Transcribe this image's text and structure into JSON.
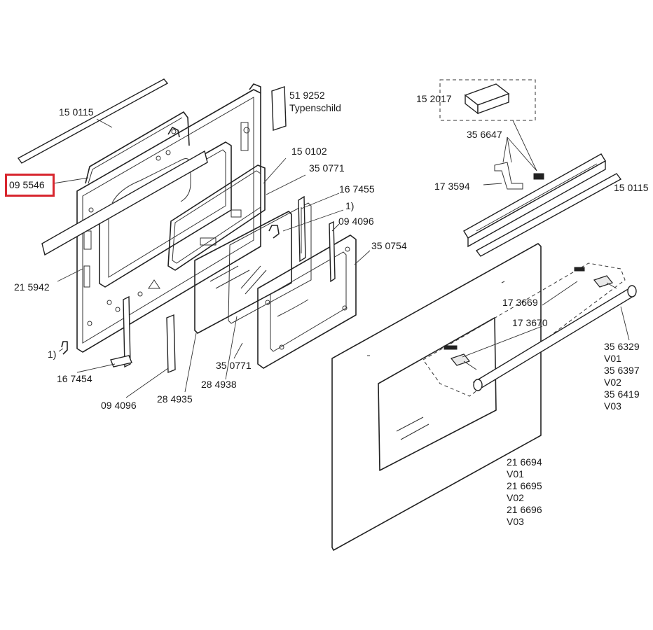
{
  "diagram": {
    "labels": {
      "p150115_top": "15 0115",
      "p095546": "09 5546",
      "p519252": "51 9252",
      "typenschild": "Typenschild",
      "p150102": "15 0102",
      "p350771_top": "35 0771",
      "p167455": "16 7455",
      "ref1_top": "1)",
      "p094096_top": "09 4096",
      "p350754": "35 0754",
      "p215942": "21 5942",
      "ref1_left": "1)",
      "p167454": "16 7454",
      "p094096_bottom": "09 4096",
      "p284935": "28 4935",
      "p350771_bottom": "35 0771",
      "p284938": "28 4938",
      "p152017": "15 2017",
      "p356647": "35 6647",
      "p173594": "17 3594",
      "p150115_right": "15 0115",
      "p173669": "17 3669",
      "p173670": "17 3670"
    },
    "handle_group": [
      "35 6329",
      "V01",
      "35 6397",
      "V02",
      "35 6419",
      "V03"
    ],
    "door_group": [
      "21 6694",
      "V01",
      "21 6695",
      "V02",
      "21 6696",
      "V03"
    ],
    "highlight_color": "#d8262e"
  }
}
